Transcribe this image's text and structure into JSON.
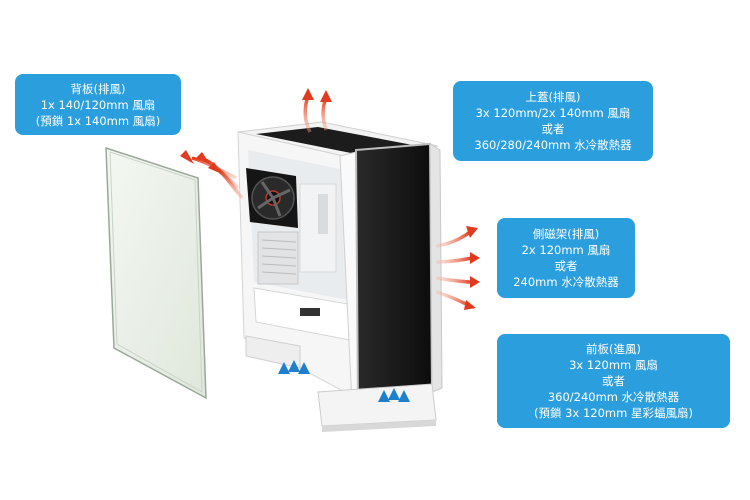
{
  "callouts": {
    "rear": {
      "lines": [
        "背板(排風)",
        "1x 140/120mm 風扇",
        "(預鎖  1x 140mm 風扇)"
      ]
    },
    "top": {
      "lines": [
        "上蓋(排風)",
        "3x 120mm/2x 140mm 風扇",
        "或者",
        "360/280/240mm 水冷散熱器"
      ]
    },
    "side": {
      "lines": [
        "側磁架(排風)",
        "2x 120mm 風扇",
        "或者",
        "240mm 水冷散熱器"
      ]
    },
    "front": {
      "lines": [
        "前板(進風)",
        "3x 120mm 風扇",
        "或者",
        "360/240mm 水冷散熱器",
        "(預鎖  3x 120mm 星彩蝠風扇)"
      ]
    }
  },
  "colors": {
    "callout_bg": "#2b9fde",
    "exhaust_arrow": "#e8442a",
    "intake_arrow": "#2b8fd8"
  },
  "icons": {
    "exhaust": "red-curved-arrow-icon",
    "intake": "blue-up-arrow-icon"
  }
}
